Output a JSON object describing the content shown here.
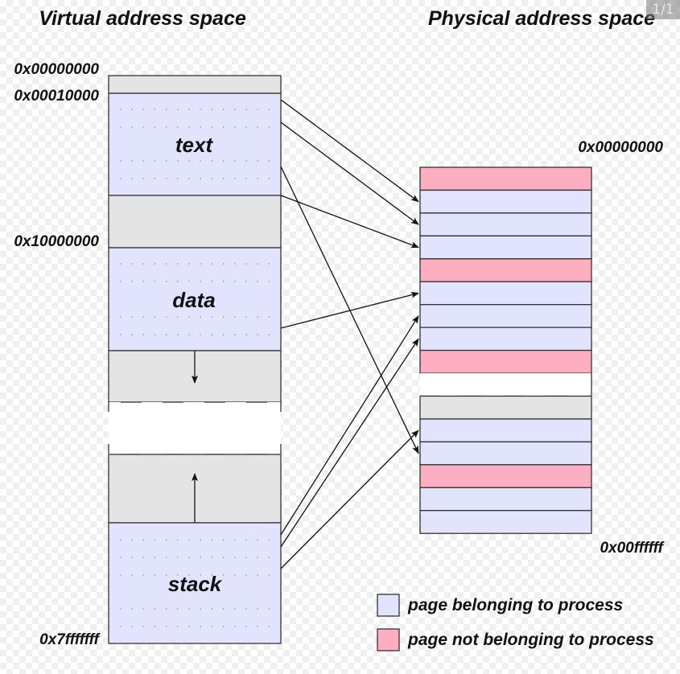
{
  "page_counter": "1/1",
  "titles": {
    "virtual": "Virtual address space",
    "physical": "Physical address space"
  },
  "colors": {
    "belonging": "#e2e3fc",
    "not_belonging": "#fdaec0",
    "unused": "#e4e4e4",
    "gap": "#ffffff",
    "stroke": "#333333"
  },
  "virtual_space": {
    "address_labels": [
      "0x00000000",
      "0x00010000",
      "0x10000000",
      "0x7fffffff"
    ],
    "segments": [
      {
        "name": "reserved",
        "label": "",
        "kind": "unused"
      },
      {
        "name": "text",
        "label": "text",
        "kind": "belonging"
      },
      {
        "name": "unused-1",
        "label": "",
        "kind": "unused"
      },
      {
        "name": "data",
        "label": "data",
        "kind": "belonging"
      },
      {
        "name": "heap-growth",
        "label": "",
        "kind": "unused",
        "growth": "down"
      },
      {
        "name": "gap",
        "label": "",
        "kind": "gap"
      },
      {
        "name": "stack-growth",
        "label": "",
        "kind": "unused",
        "growth": "up"
      },
      {
        "name": "stack",
        "label": "stack",
        "kind": "belonging"
      }
    ]
  },
  "physical_space": {
    "address_labels": [
      "0x00000000",
      "0x00ffffff"
    ],
    "pages": [
      "not_belonging",
      "belonging",
      "belonging",
      "belonging",
      "not_belonging",
      "belonging",
      "belonging",
      "belonging",
      "not_belonging",
      "gap",
      "unused",
      "belonging",
      "belonging",
      "not_belonging",
      "belonging",
      "belonging"
    ]
  },
  "mappings": [
    {
      "from_segment": "text",
      "to_page": 1
    },
    {
      "from_segment": "text",
      "to_page": 2
    },
    {
      "from_segment": "text",
      "to_page": 12
    },
    {
      "from_segment": "text",
      "to_page": 3
    },
    {
      "from_segment": "data",
      "to_page": 5
    },
    {
      "from_segment": "stack",
      "to_page": 6
    },
    {
      "from_segment": "stack",
      "to_page": 7
    },
    {
      "from_segment": "stack",
      "to_page": 11
    }
  ],
  "legend": [
    {
      "kind": "belonging",
      "label": "page belonging to process"
    },
    {
      "kind": "not_belonging",
      "label": "page not belonging to process"
    }
  ]
}
